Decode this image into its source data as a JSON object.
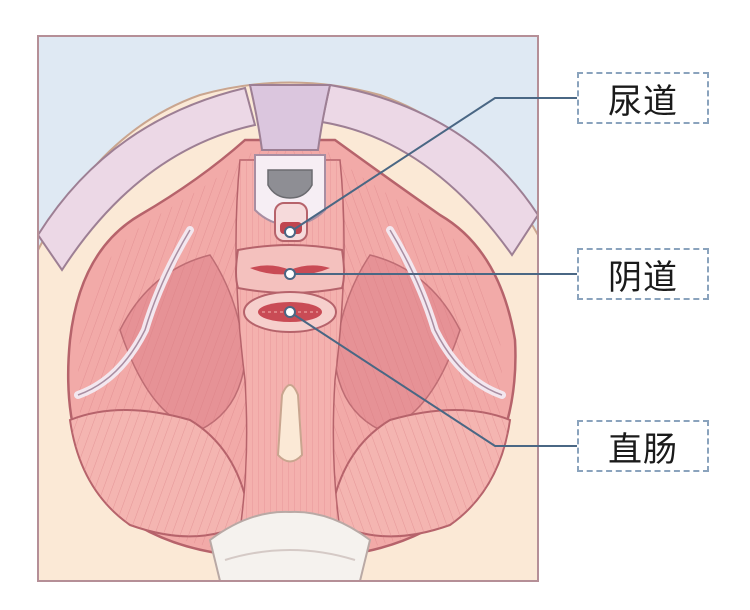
{
  "labels": {
    "urethra": "尿道",
    "vagina": "阴道",
    "rectum": "直肠"
  },
  "colors": {
    "background": "#dfe9f3",
    "skin": "#fbe9d6",
    "muscle": "#f2aaa8",
    "muscle_dark": "#d9787d",
    "ligament": "#e8d4e4",
    "leader_line": "#4a6784",
    "label_border": "#8aa3bd",
    "frame": "#b58f97"
  }
}
